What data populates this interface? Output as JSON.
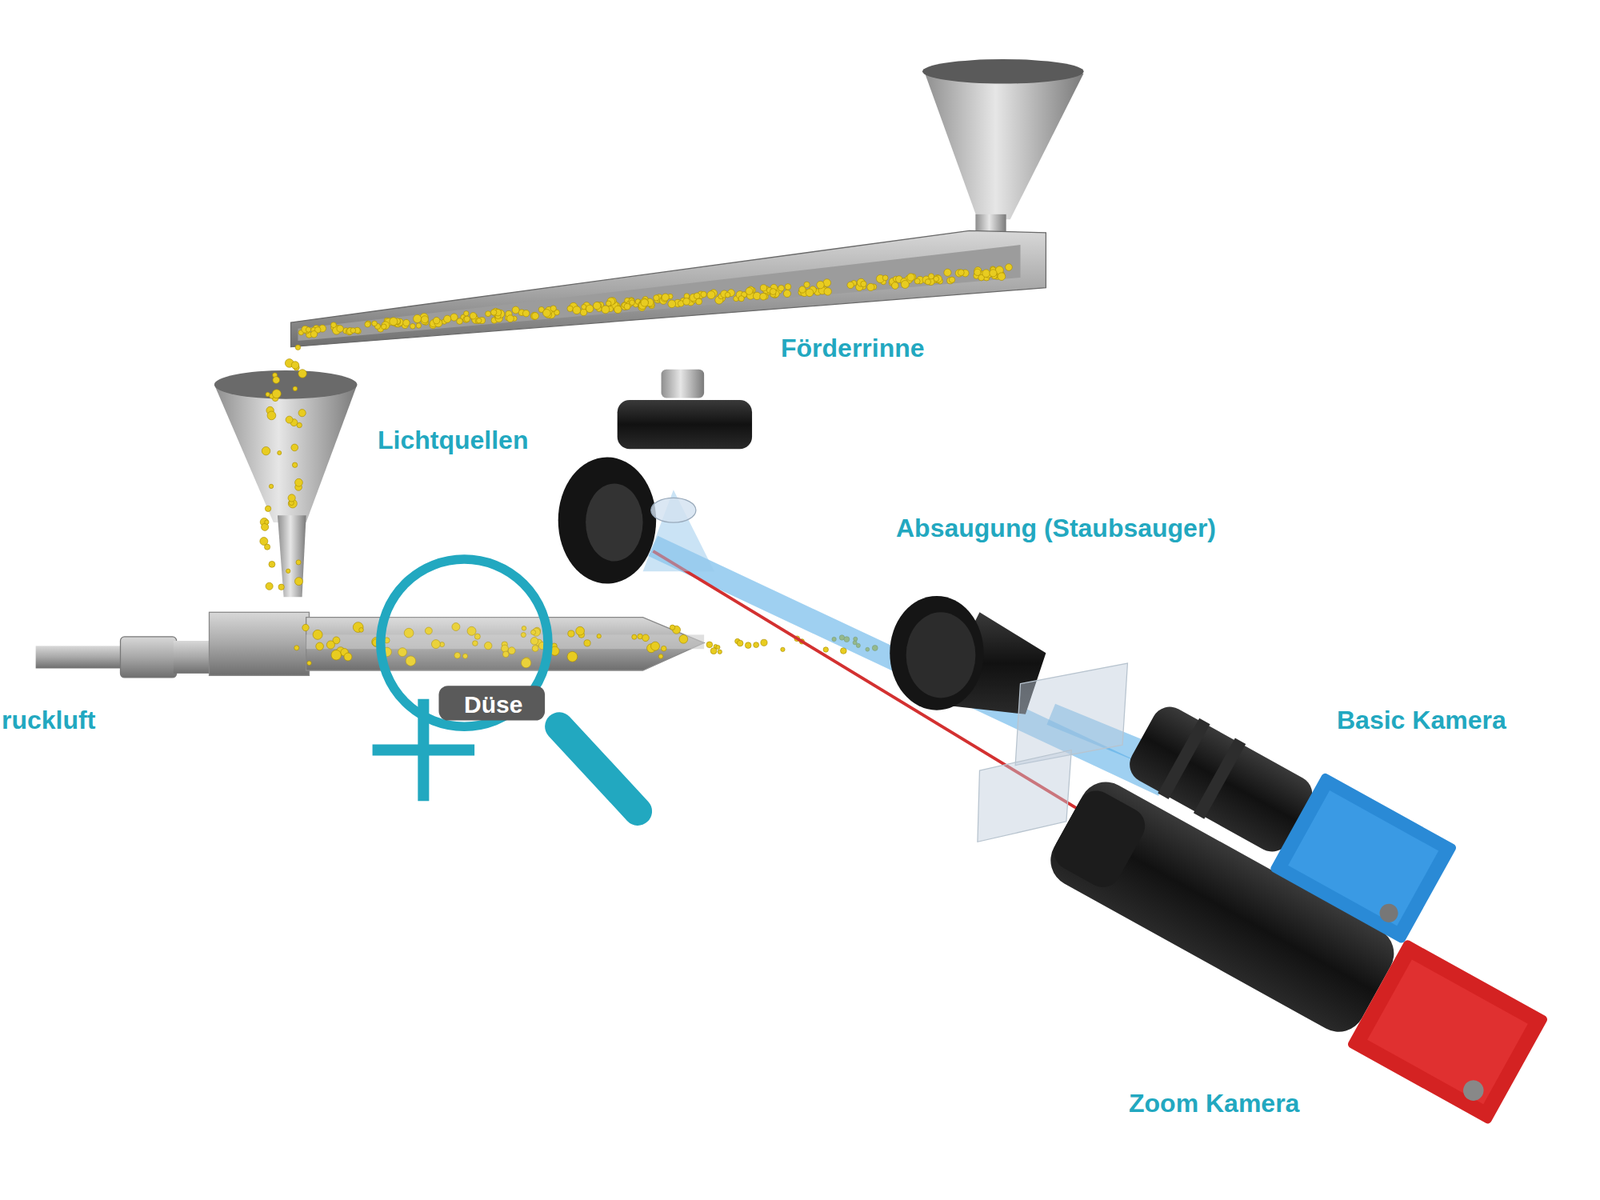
{
  "diagram": {
    "labels": [
      "Förderrinne",
      "Lichtquellen",
      "Absaugung (Staubsauger)",
      "ruckluft",
      "Düse",
      "Basic Kamera",
      "Zoom Kamera"
    ]
  }
}
